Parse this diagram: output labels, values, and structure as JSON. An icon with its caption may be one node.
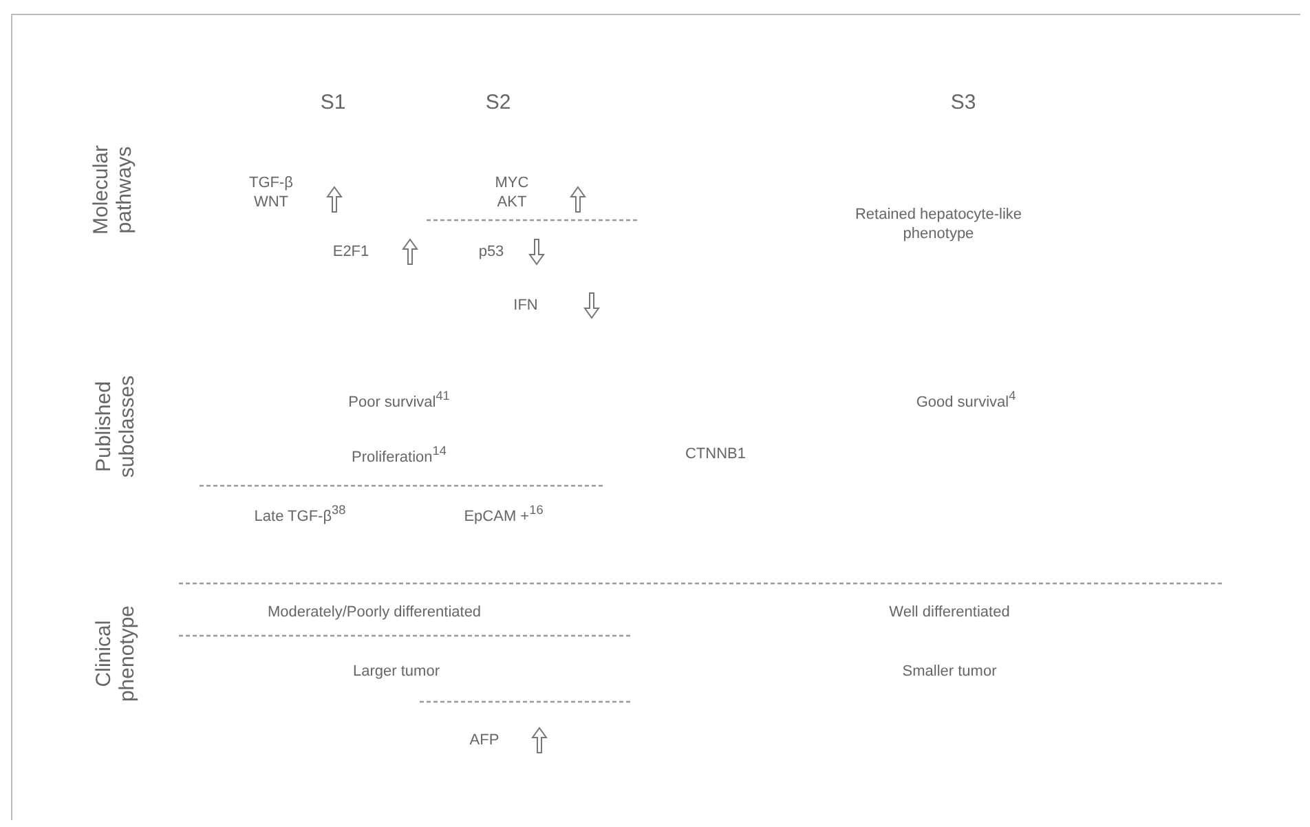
{
  "diagram": {
    "labels": [
      "S1",
      "S2",
      "S3",
      "Molecular pathways",
      "TGF-β WNT",
      "MYC AKT",
      "E2F1",
      "p53",
      "Retained hepatocyte-like phenotype",
      "IFN",
      "Published subclasses",
      "Poor survival$^{41}$",
      "Good survival$^{4}$",
      "Proliferation$^{14}$",
      "CTNNB1",
      "Late TGF-β$^{38}$",
      "EpCAM +$^{16}$",
      "Clinical phenotype",
      "Moderately/Poorly differentiated",
      "Well differentiated",
      "Larger tumor",
      "Smaller tumor",
      "AFP"
    ]
  }
}
